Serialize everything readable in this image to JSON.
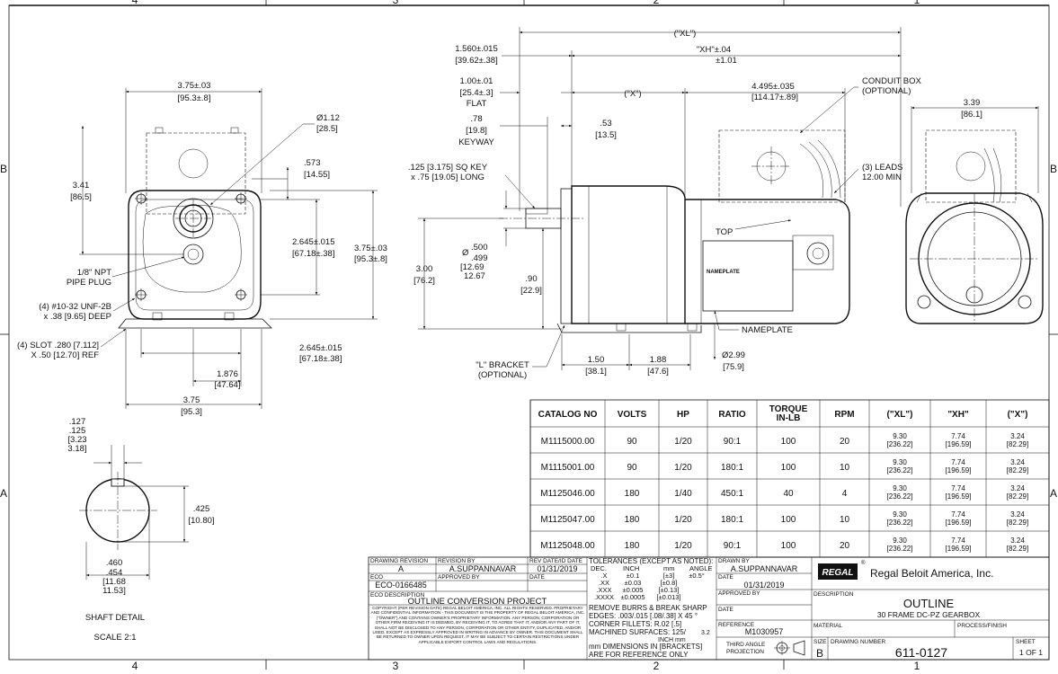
{
  "zones": {
    "top": [
      "4",
      "3",
      "2",
      "1"
    ],
    "bottom": [
      "4",
      "3",
      "2",
      "1"
    ],
    "left": [
      "B",
      "A"
    ],
    "right": [
      "B",
      "A"
    ]
  },
  "front_view": {
    "width": "3.75±.03",
    "width_mm": "[95.3±.8]",
    "height_341": "3.41",
    "height_341_mm": "[86.5]",
    "dia_112": "Ø1.12",
    "dia_112_mm": "[28.5]",
    "d573": ".573",
    "d573_mm": "[14.55]",
    "d2645": "2.645±.015",
    "d2645_mm": "[67.18±.38]",
    "d375_right": "3.75±.03",
    "d375_right_mm": "[95.3±.8]",
    "npt_line1": "1/8\" NPT",
    "npt_line2": "PIPE PLUG",
    "tap_line1": "(4) #10-32 UNF-2B",
    "tap_line2": "x .38 [9.65] DEEP",
    "slot_line1": "(4) SLOT .280 [7.112]",
    "slot_line2": "X .50 [12.70] REF",
    "d2645_bottom": "2.645±.015",
    "d2645_bottom_mm": "[67.18±.38]",
    "d1876": "1.876",
    "d1876_mm": "[47.64]",
    "d375_bottom": "3.75",
    "d375_bottom_mm": "[95.3]"
  },
  "side_view": {
    "xl": "(\"XL\")",
    "xh": "\"XH\"±.04",
    "xh_metric": "±1.01",
    "x": "(\"X\")",
    "d1560": "1.560±.015",
    "d1560_mm": "[39.62±.38]",
    "d100": "1.00±.01",
    "d100_mm": "[25.4±.3]",
    "flat": "FLAT",
    "d78": ".78",
    "d78_mm": "[19.8]",
    "keyway": "KEYWAY",
    "d53": ".53",
    "d53_mm": "[13.5]",
    "key_line1": ".125 [3.175] SQ KEY",
    "key_line2": "x .75 [19.05] LONG",
    "d4495": "4.495±.035",
    "d4495_mm": "[114.17±.89]",
    "conduit_line1": "CONDUIT BOX",
    "conduit_line2": "(OPTIONAL)",
    "leads_line1": "(3) LEADS",
    "leads_line2": "12.00 MIN",
    "top_label": "TOP",
    "shaft_dia_a": ".500",
    "shaft_dia_b": ".499",
    "shaft_dia_mm_a": "[12.69",
    "shaft_dia_mm_b": "12.67",
    "shaft_dia_prefix": "Ø",
    "d300": "3.00",
    "d300_mm": "[76.2]",
    "d90": ".90",
    "d90_mm": "[22.9]",
    "nameplate_tag": "NAMEPLATE",
    "nameplate_leader": "NAMEPLATE",
    "bracket_line1": "\"L\" BRACKET",
    "bracket_line2": "(OPTIONAL)",
    "d150": "1.50",
    "d150_mm": "[38.1]",
    "d188": "1.88",
    "d188_mm": "[47.6]",
    "d299": "Ø2.99",
    "d299_mm": "[75.9]"
  },
  "end_view": {
    "d339": "3.39",
    "d339_mm": "[86.1]"
  },
  "shaft_detail": {
    "top_a": ".127",
    "top_b": ".125",
    "top_mm_a": "[3.23",
    "top_mm_b": "3.18]",
    "right_a": ".425",
    "right_mm": "[10.80]",
    "bot_a": ".460",
    "bot_b": ".454",
    "bot_mm_a": "[11.68",
    "bot_mm_b": "11.53]",
    "title": "SHAFT DETAIL",
    "scale": "SCALE 2:1"
  },
  "table": {
    "headers": [
      "CATALOG NO",
      "VOLTS",
      "HP",
      "RATIO",
      "TORQUE IN-LB",
      "RPM",
      "(\"XL\")",
      "\"XH\"",
      "(\"X\")"
    ],
    "rows": [
      [
        "M1115000.00",
        "90",
        "1/20",
        "90:1",
        "100",
        "20",
        "9.30",
        "[236.22]",
        "7.74",
        "[196.59]",
        "3.24",
        "[82.29]"
      ],
      [
        "M1115001.00",
        "90",
        "1/20",
        "180:1",
        "100",
        "10",
        "9.30",
        "[236.22]",
        "7.74",
        "[196.59]",
        "3.24",
        "[82.29]"
      ],
      [
        "M1125046.00",
        "180",
        "1/40",
        "450:1",
        "40",
        "4",
        "9.30",
        "[236.22]",
        "7.74",
        "[196.59]",
        "3.24",
        "[82.29]"
      ],
      [
        "M1125047.00",
        "180",
        "1/20",
        "180:1",
        "100",
        "10",
        "9.30",
        "[236.22]",
        "7.74",
        "[196.59]",
        "3.24",
        "[82.29]"
      ],
      [
        "M1125048.00",
        "180",
        "1/20",
        "90:1",
        "100",
        "20",
        "9.30",
        "[236.22]",
        "7.74",
        "[196.59]",
        "3.24",
        "[82.29]"
      ]
    ]
  },
  "title_block": {
    "drawing_revision_label": "DRAWING REVISION",
    "drawing_revision": "A",
    "revision_by_label": "REVISION BY",
    "revision_by": "A.SUPPANNAVAR",
    "rev_date_label": "REV DATE/ID DATE",
    "rev_date": "01/31/2019",
    "eco_label": "ECO",
    "eco": "ECO-0166485",
    "approved_by_label": "APPROVED BY",
    "date_label": "DATE",
    "eco_desc_label": "ECO DESCRIPTION",
    "eco_desc": "OUTLINE CONVERSION PROJECT",
    "copyright": "COPYRIGHT (PER REVISION DATE) REGAL BELOIT AMERICA, INC. ALL RIGHTS RESERVED. PROPRIETARY AND CONFIDENTIAL INFORMATION - THIS DOCUMENT IS THE PROPERTY OF REGAL BELOIT AMERICA, INC. (\"OWNER\") AND CONTAINS OWNER'S PROPRIETARY INFORMATION. ANY PERSON, CORPORATION OR OTHER FIRM RECEIVING IT IS DEEMED, BY RECEIVING IT, TO AGREE THAT IT, AND/OR ANY PART OF IT, SHALL NOT BE DISCLOSED TO ANY PERSON, CORPORATION OR OTHER ENTITY, DUPLICATED, AND/OR USED, EXCEPT AS EXPRESSLY APPROVED IN WRITING IN ADVANCE BY OWNER. THIS DOCUMENT SHALL BE RETURNED TO OWNER UPON REQUEST. IT MAY BE SUBJECT TO CERTAIN RESTRICTIONS UNDER APPLICABLE EXPORT CONTROL LAWS AND REGULATIONS.",
    "tol_title": "TOLERANCES (EXCEPT AS NOTED):",
    "tol_dec": "DEC.",
    "tol_inch": "INCH",
    "tol_mm": "mm",
    "tol_angle": "ANGLE",
    "tol_rows": [
      [
        ".X",
        "±0.1",
        "[±3]",
        "±0.5°"
      ],
      [
        ".XX",
        "±0.03",
        "[±0.8]",
        ""
      ],
      [
        ".XXX",
        "±0.005",
        "[±0.13]",
        ""
      ],
      [
        ".XXXX",
        "±0.0005",
        "[±0.013]",
        ""
      ]
    ],
    "burrs": "REMOVE BURRS & BREAK SHARP",
    "edges": "EDGES: .003/.015 [.08/.38] X 45 °",
    "fillets": "CORNER FILLETS: R.02 [.5]",
    "surfaces": "MACHINED SURFACES:  125/",
    "surfaces_val": "3.2",
    "surfaces_unit": "INCH     mm",
    "dims_note_1": "mm DIMENSIONS IN [BRACKETS]",
    "dims_note_2": "ARE FOR REFERENCE ONLY",
    "drawn_by_label": "DRAWN BY",
    "drawn_by": "A.SUPPANNAVAR",
    "drawn_date_label": "DATE",
    "drawn_date": "01/31/2019",
    "approved_by2_label": "APPROVED BY",
    "date2_label": "DATE",
    "reference_label": "REFERENCE",
    "reference": "M1030957",
    "projection_1": "THIRD ANGLE",
    "projection_2": "PROJECTION",
    "logo_text": "REGAL",
    "company": "Regal Beloit America, Inc.",
    "description_label": "DESCRIPTION",
    "description_1": "OUTLINE",
    "description_2": "30 FRAME DC-PZ GEARBOX",
    "material_label": "MATERIAL",
    "process_label": "PROCESS/FINISH",
    "size_label": "SIZE",
    "size": "B",
    "drawing_number_label": "DRAWING NUMBER",
    "drawing_number": "611-0127",
    "sheet_label": "SHEET",
    "sheet": "1 OF 1"
  }
}
